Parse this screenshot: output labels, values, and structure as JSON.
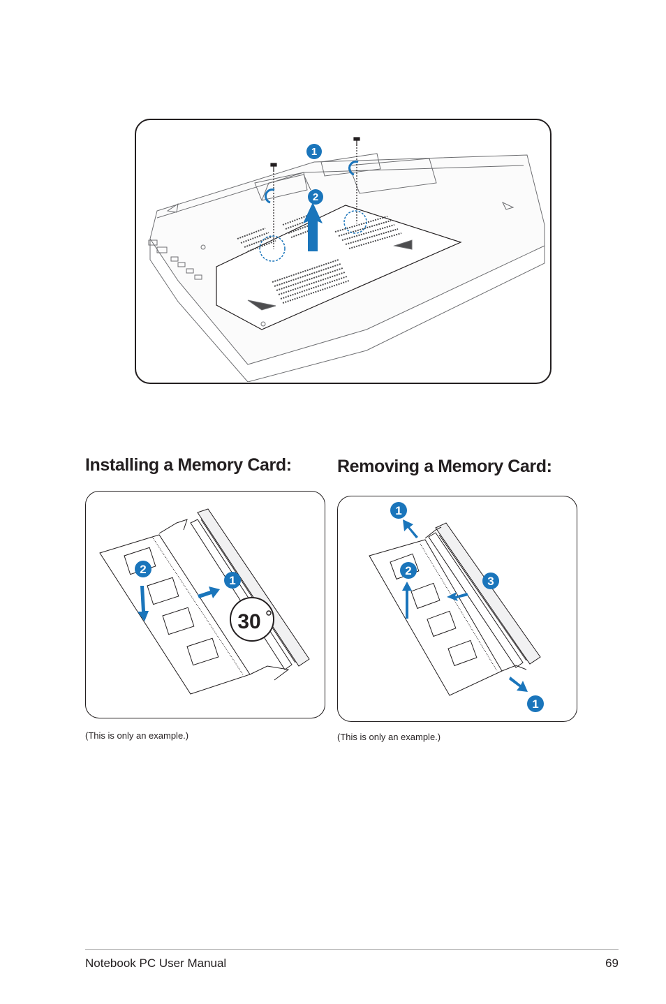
{
  "headings": {
    "installing": "Installing a Memory Card:",
    "removing": "Removing a Memory Card:"
  },
  "captions": {
    "installing": "(This is only an example.)",
    "removing": "(This is only an example.)"
  },
  "figure_top": {
    "steps": [
      "1",
      "2"
    ]
  },
  "figure_install": {
    "steps": [
      "1",
      "2"
    ],
    "angle": "30"
  },
  "figure_remove": {
    "steps": [
      "1",
      "2",
      "3",
      "1"
    ]
  },
  "footer": {
    "title": "Notebook PC User Manual",
    "page_number": "69"
  },
  "colors": {
    "accent": "#1a75bb",
    "ink": "#231f20"
  }
}
